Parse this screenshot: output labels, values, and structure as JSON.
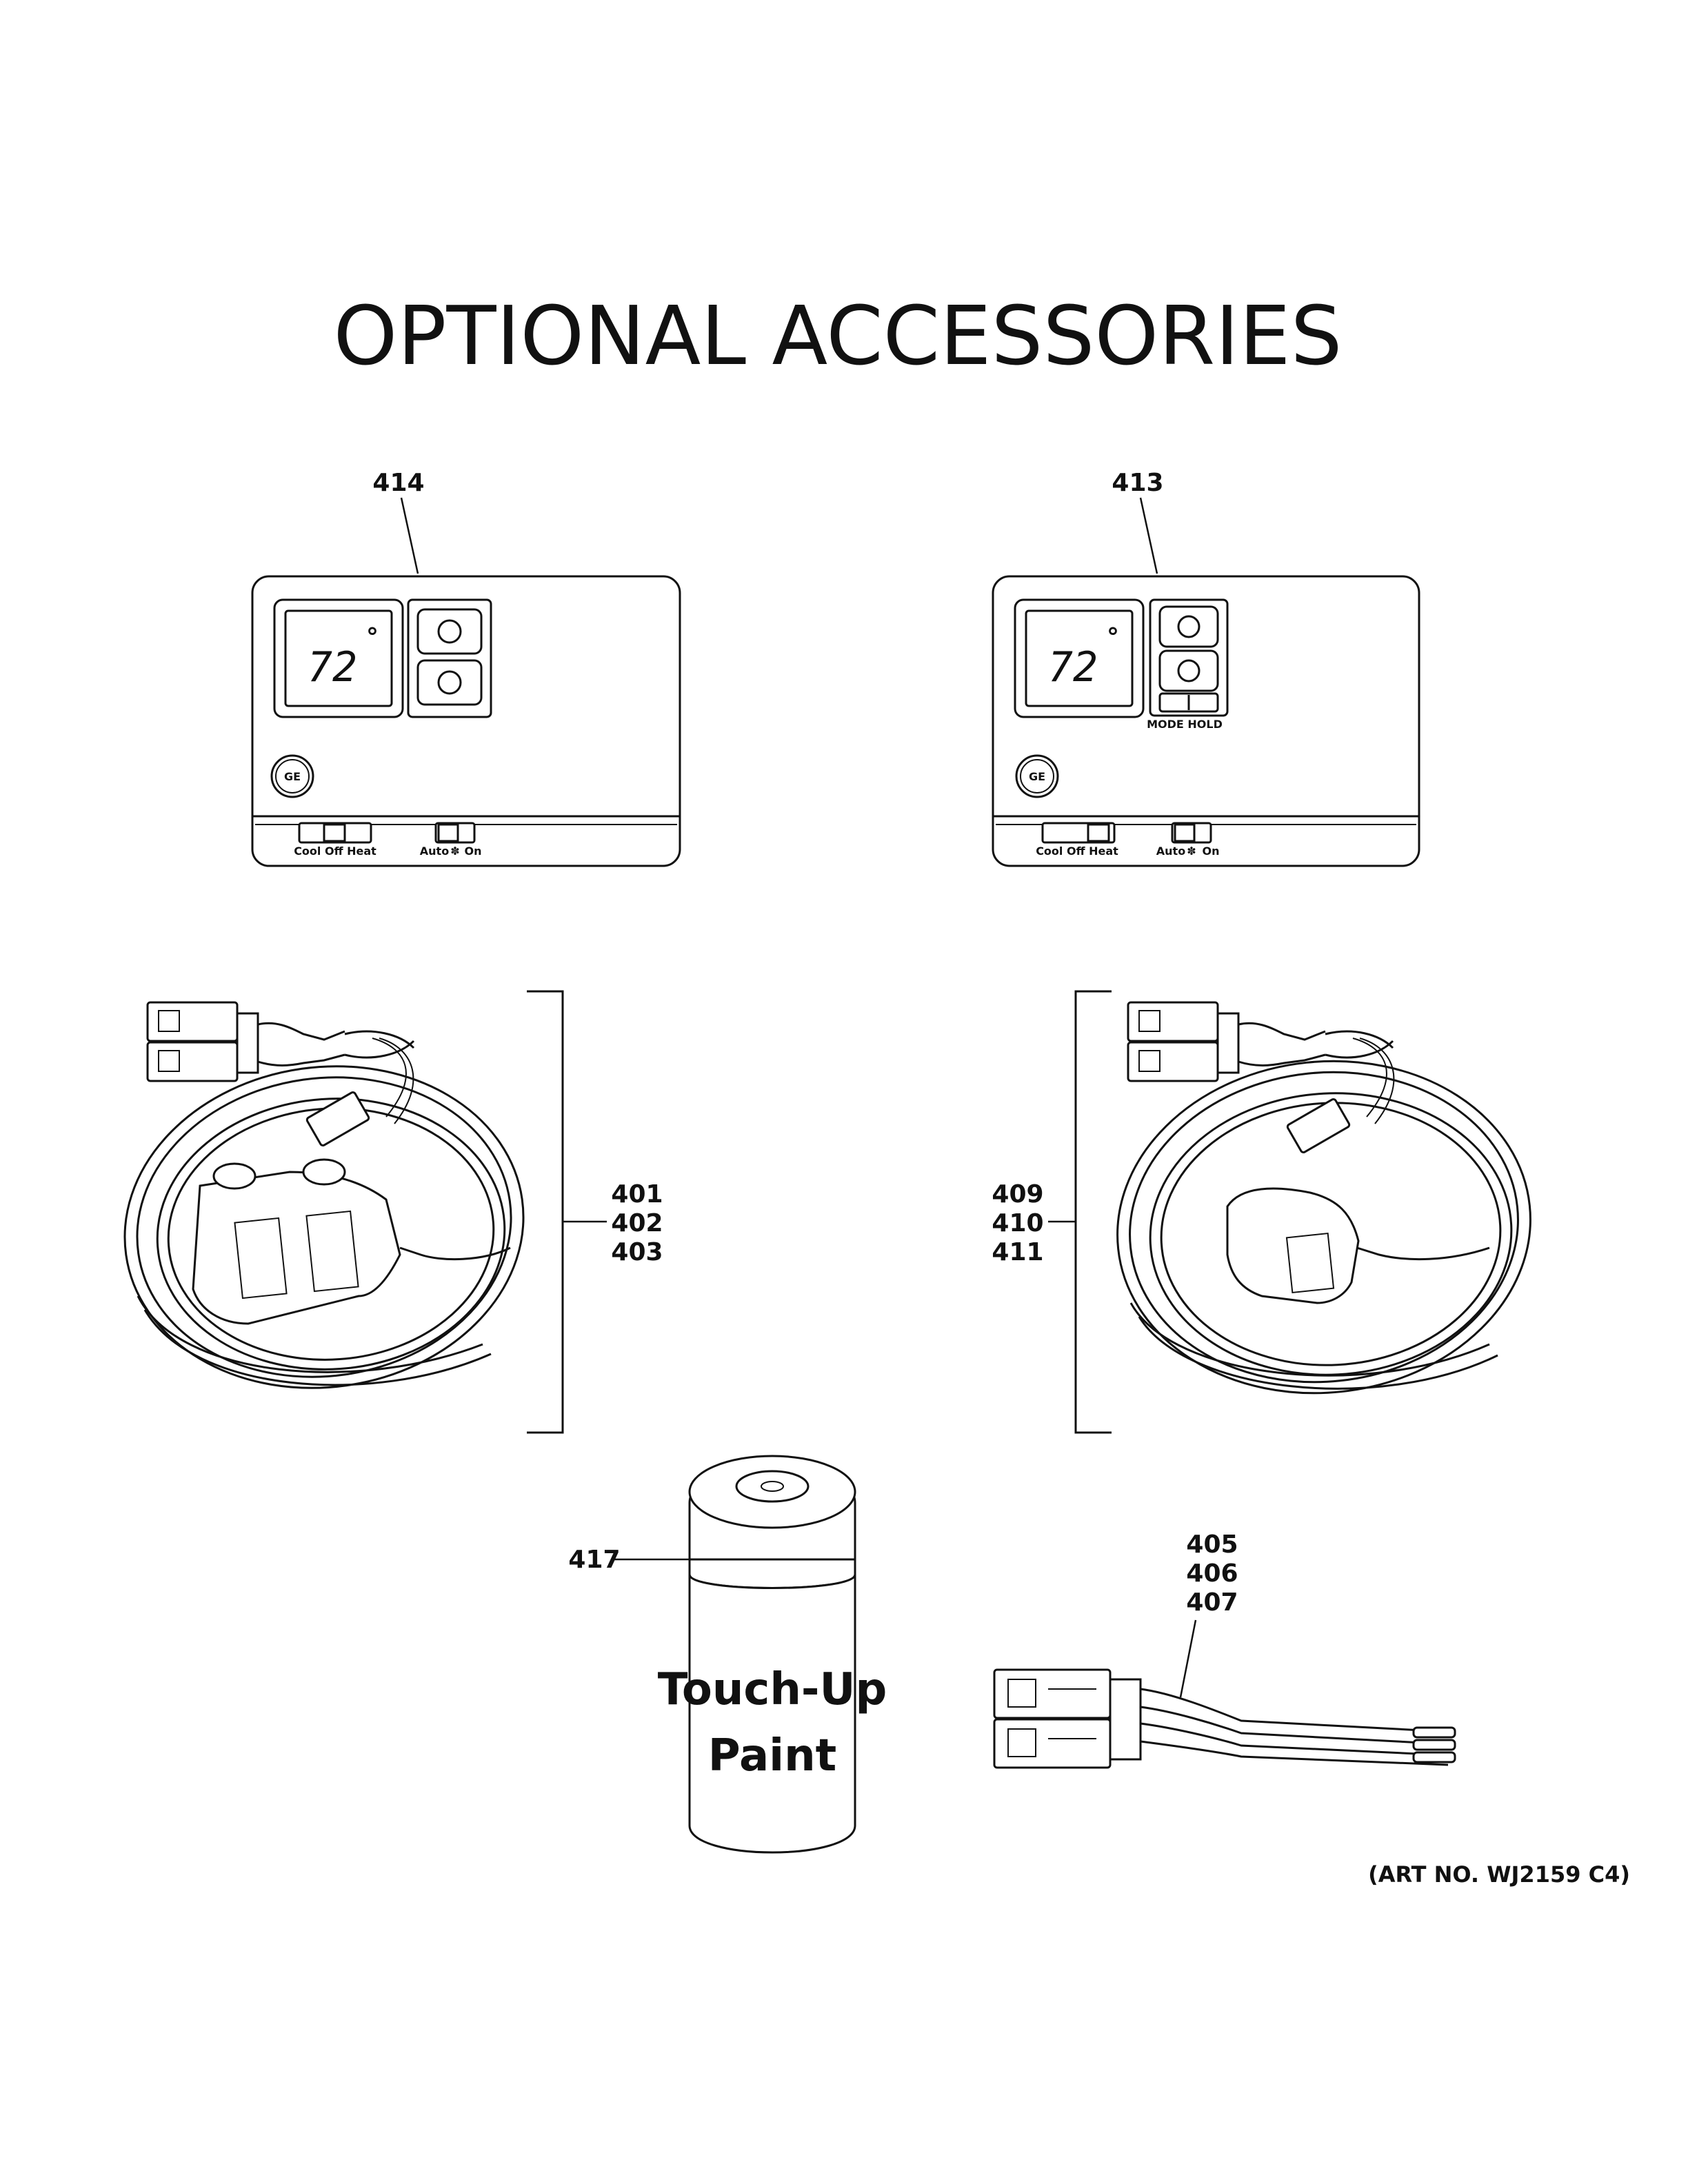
{
  "title": "OPTIONAL ACCESSORIES",
  "art_number": "(ART NO. WJ2159 C4)",
  "thermostats": [
    {
      "callout": "414",
      "display": "72",
      "degree": "°",
      "logo": "GE",
      "switch_left": "Cool Off Heat",
      "switch_right_a": "Auto",
      "switch_right_b": "On"
    },
    {
      "callout": "413",
      "display": "72",
      "degree": "°",
      "logo": "GE",
      "mode_label": "MODE HOLD",
      "switch_left": "Cool  Off  Heat",
      "switch_right_a": "Auto",
      "switch_right_b": "On"
    }
  ],
  "harness_left": {
    "callouts": [
      "401",
      "402",
      "403"
    ]
  },
  "harness_right": {
    "callouts": [
      "409",
      "410",
      "411"
    ]
  },
  "paint": {
    "callout": "417",
    "label_line1": "Touch-Up",
    "label_line2": "Paint"
  },
  "connector": {
    "callouts": [
      "405",
      "406",
      "407"
    ]
  }
}
